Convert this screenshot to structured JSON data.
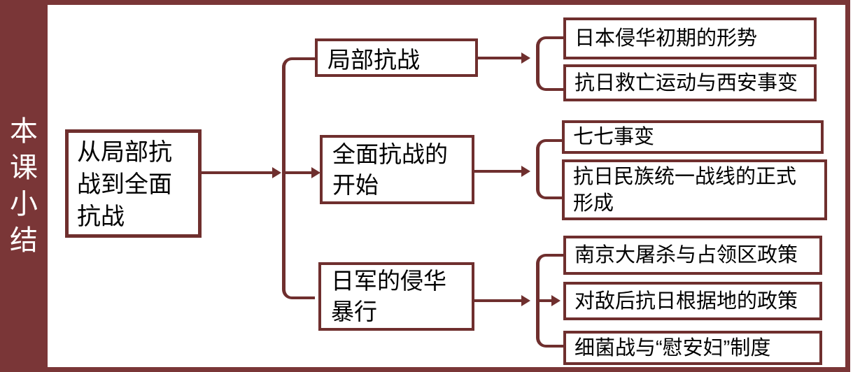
{
  "colors": {
    "accent": "#7A3637",
    "line": "#6F2F2E",
    "text": "#000000",
    "sidebar_text": "#FFFFFF",
    "background": "#FFFFFF"
  },
  "sidebar": {
    "title": "本课小结"
  },
  "diagram": {
    "root": {
      "label": "从局部抗\n战到全面\n抗战"
    },
    "branches": [
      {
        "label": "局部抗战",
        "children": [
          {
            "label": "日本侵华初期的形势"
          },
          {
            "label": "抗日救亡运动与西安事变"
          }
        ]
      },
      {
        "label": "全面抗战的\n开始",
        "children": [
          {
            "label": "七七事变"
          },
          {
            "label": "抗日民族统一战线的正式\n形成"
          }
        ]
      },
      {
        "label": "日军的侵华\n暴行",
        "children": [
          {
            "label": "南京大屠杀与占领区政策"
          },
          {
            "label": "对敌后抗日根据地的政策"
          },
          {
            "label": "细菌战与“慰安妇”制度"
          }
        ]
      }
    ]
  }
}
